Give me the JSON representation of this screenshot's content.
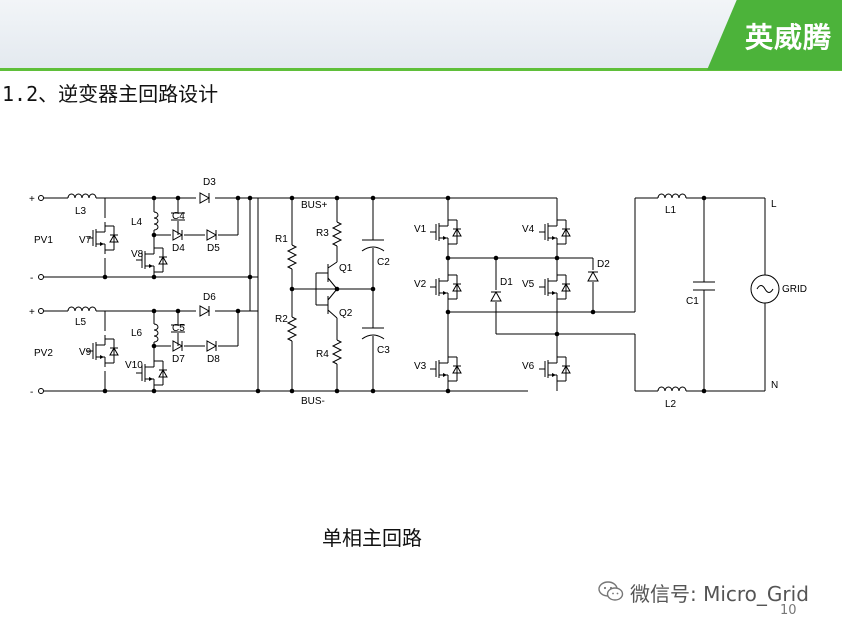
{
  "header": {
    "logo_text": "英威腾",
    "title": "1.2、逆变器主回路设计",
    "brand_color": "#4cb33a"
  },
  "diagram": {
    "labels": {
      "plus": "+",
      "minus": "-",
      "pv1": "PV1",
      "pv2": "PV2",
      "L3": "L3",
      "L4": "L4",
      "L5": "L5",
      "L6": "L6",
      "V7": "V7",
      "V8": "V8",
      "V9": "V9",
      "V10": "V10",
      "D3": "D3",
      "D4": "D4",
      "D5": "D5",
      "D6": "D6",
      "D7": "D7",
      "D8": "D8",
      "C4": "C4",
      "C5": "C5",
      "R1": "R1",
      "R2": "R2",
      "R3": "R3",
      "R4": "R4",
      "Q1": "Q1",
      "Q2": "Q2",
      "C2": "C2",
      "C3": "C3",
      "bus_plus": "BUS+",
      "bus_minus": "BUS-",
      "V1": "V1",
      "V2": "V2",
      "V3": "V3",
      "V4": "V4",
      "V5": "V5",
      "V6": "V6",
      "D1": "D1",
      "D2": "D2",
      "L1": "L1",
      "L2": "L2",
      "C1": "C1",
      "grid": "GRID",
      "line_L": "L",
      "line_N": "N"
    }
  },
  "caption": "单相主回路",
  "watermark": "微信号: Micro_Grid",
  "page_number": "10"
}
